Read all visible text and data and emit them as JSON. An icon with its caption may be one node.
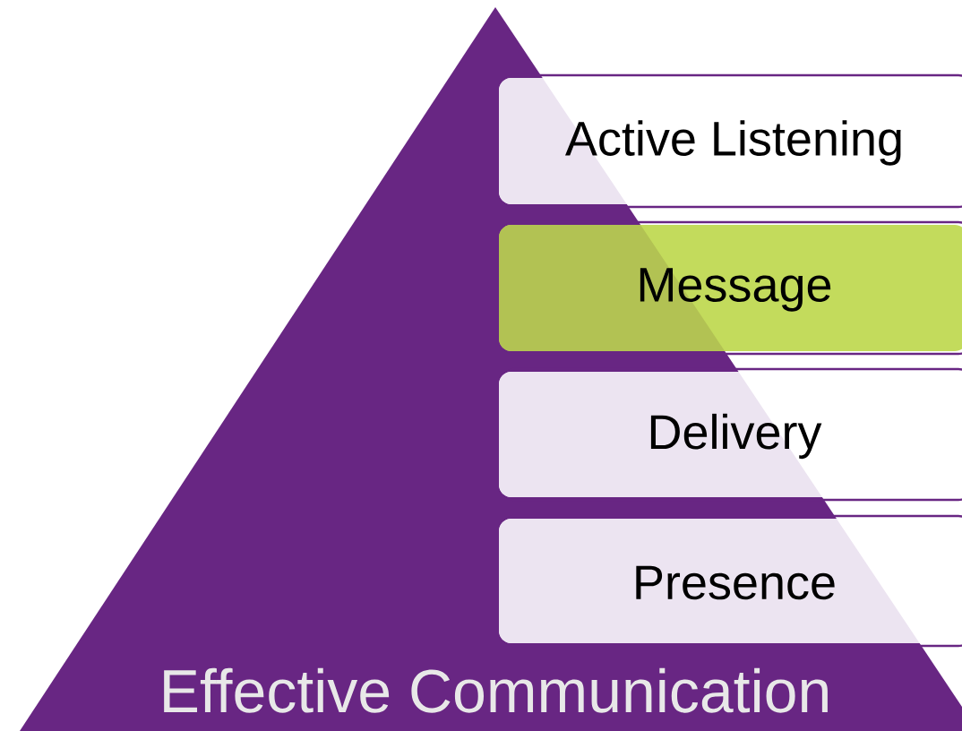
{
  "diagram": {
    "nodes": [
      {
        "text": [
          "Effective Communication"
        ]
      },
      {
        "text": [
          "Active Listening"
        ]
      },
      {
        "text": [
          "Message"
        ]
      },
      {
        "text": [
          "Delivery"
        ]
      },
      {
        "text": [
          "Presence"
        ]
      }
    ]
  }
}
